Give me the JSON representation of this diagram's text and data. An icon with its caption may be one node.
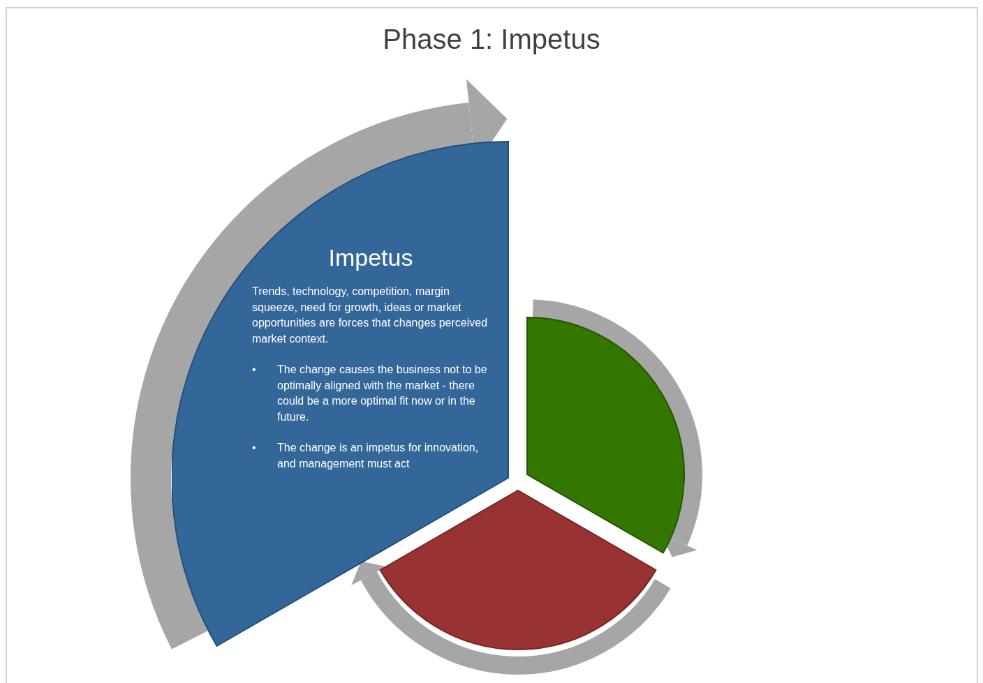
{
  "diagram": {
    "title": "Phase 1: Impetus",
    "nodes": [
      {
        "text": [
          "Impetus",
          "Trends, technology, competition, margin squeeze, need for growth, ideas or market opportunities are forces that changes perceived market context.",
          "•",
          "The change causes the business not to be optimally aligned with the market - there could be a more optimal fit now or in the future.",
          "•",
          "The change is an impetus for innovation, and management must act"
        ]
      },
      {
        "text": [],
        "shape": "wedge"
      },
      {
        "text": [],
        "shape": "wedge"
      }
    ]
  }
}
